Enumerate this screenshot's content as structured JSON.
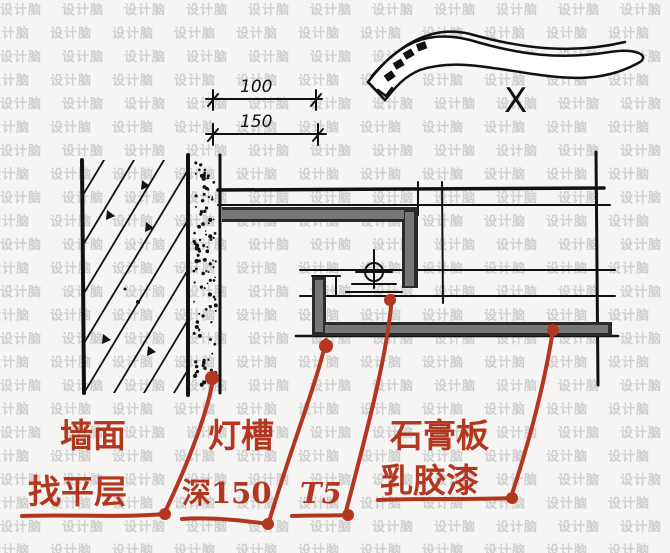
{
  "watermark": "设计脑",
  "dimensions": {
    "top": "100",
    "bottom": "150"
  },
  "cross_mark": "X",
  "labels": {
    "wall": [
      "墙面",
      "找平层"
    ],
    "slot": [
      "灯槽",
      "深150"
    ],
    "lamp": "T5",
    "board": [
      "石膏板",
      "乳胶漆"
    ]
  },
  "colors": {
    "ink": "#111111",
    "annotation": "#b3361f",
    "watermark": "#cfcfcf"
  }
}
